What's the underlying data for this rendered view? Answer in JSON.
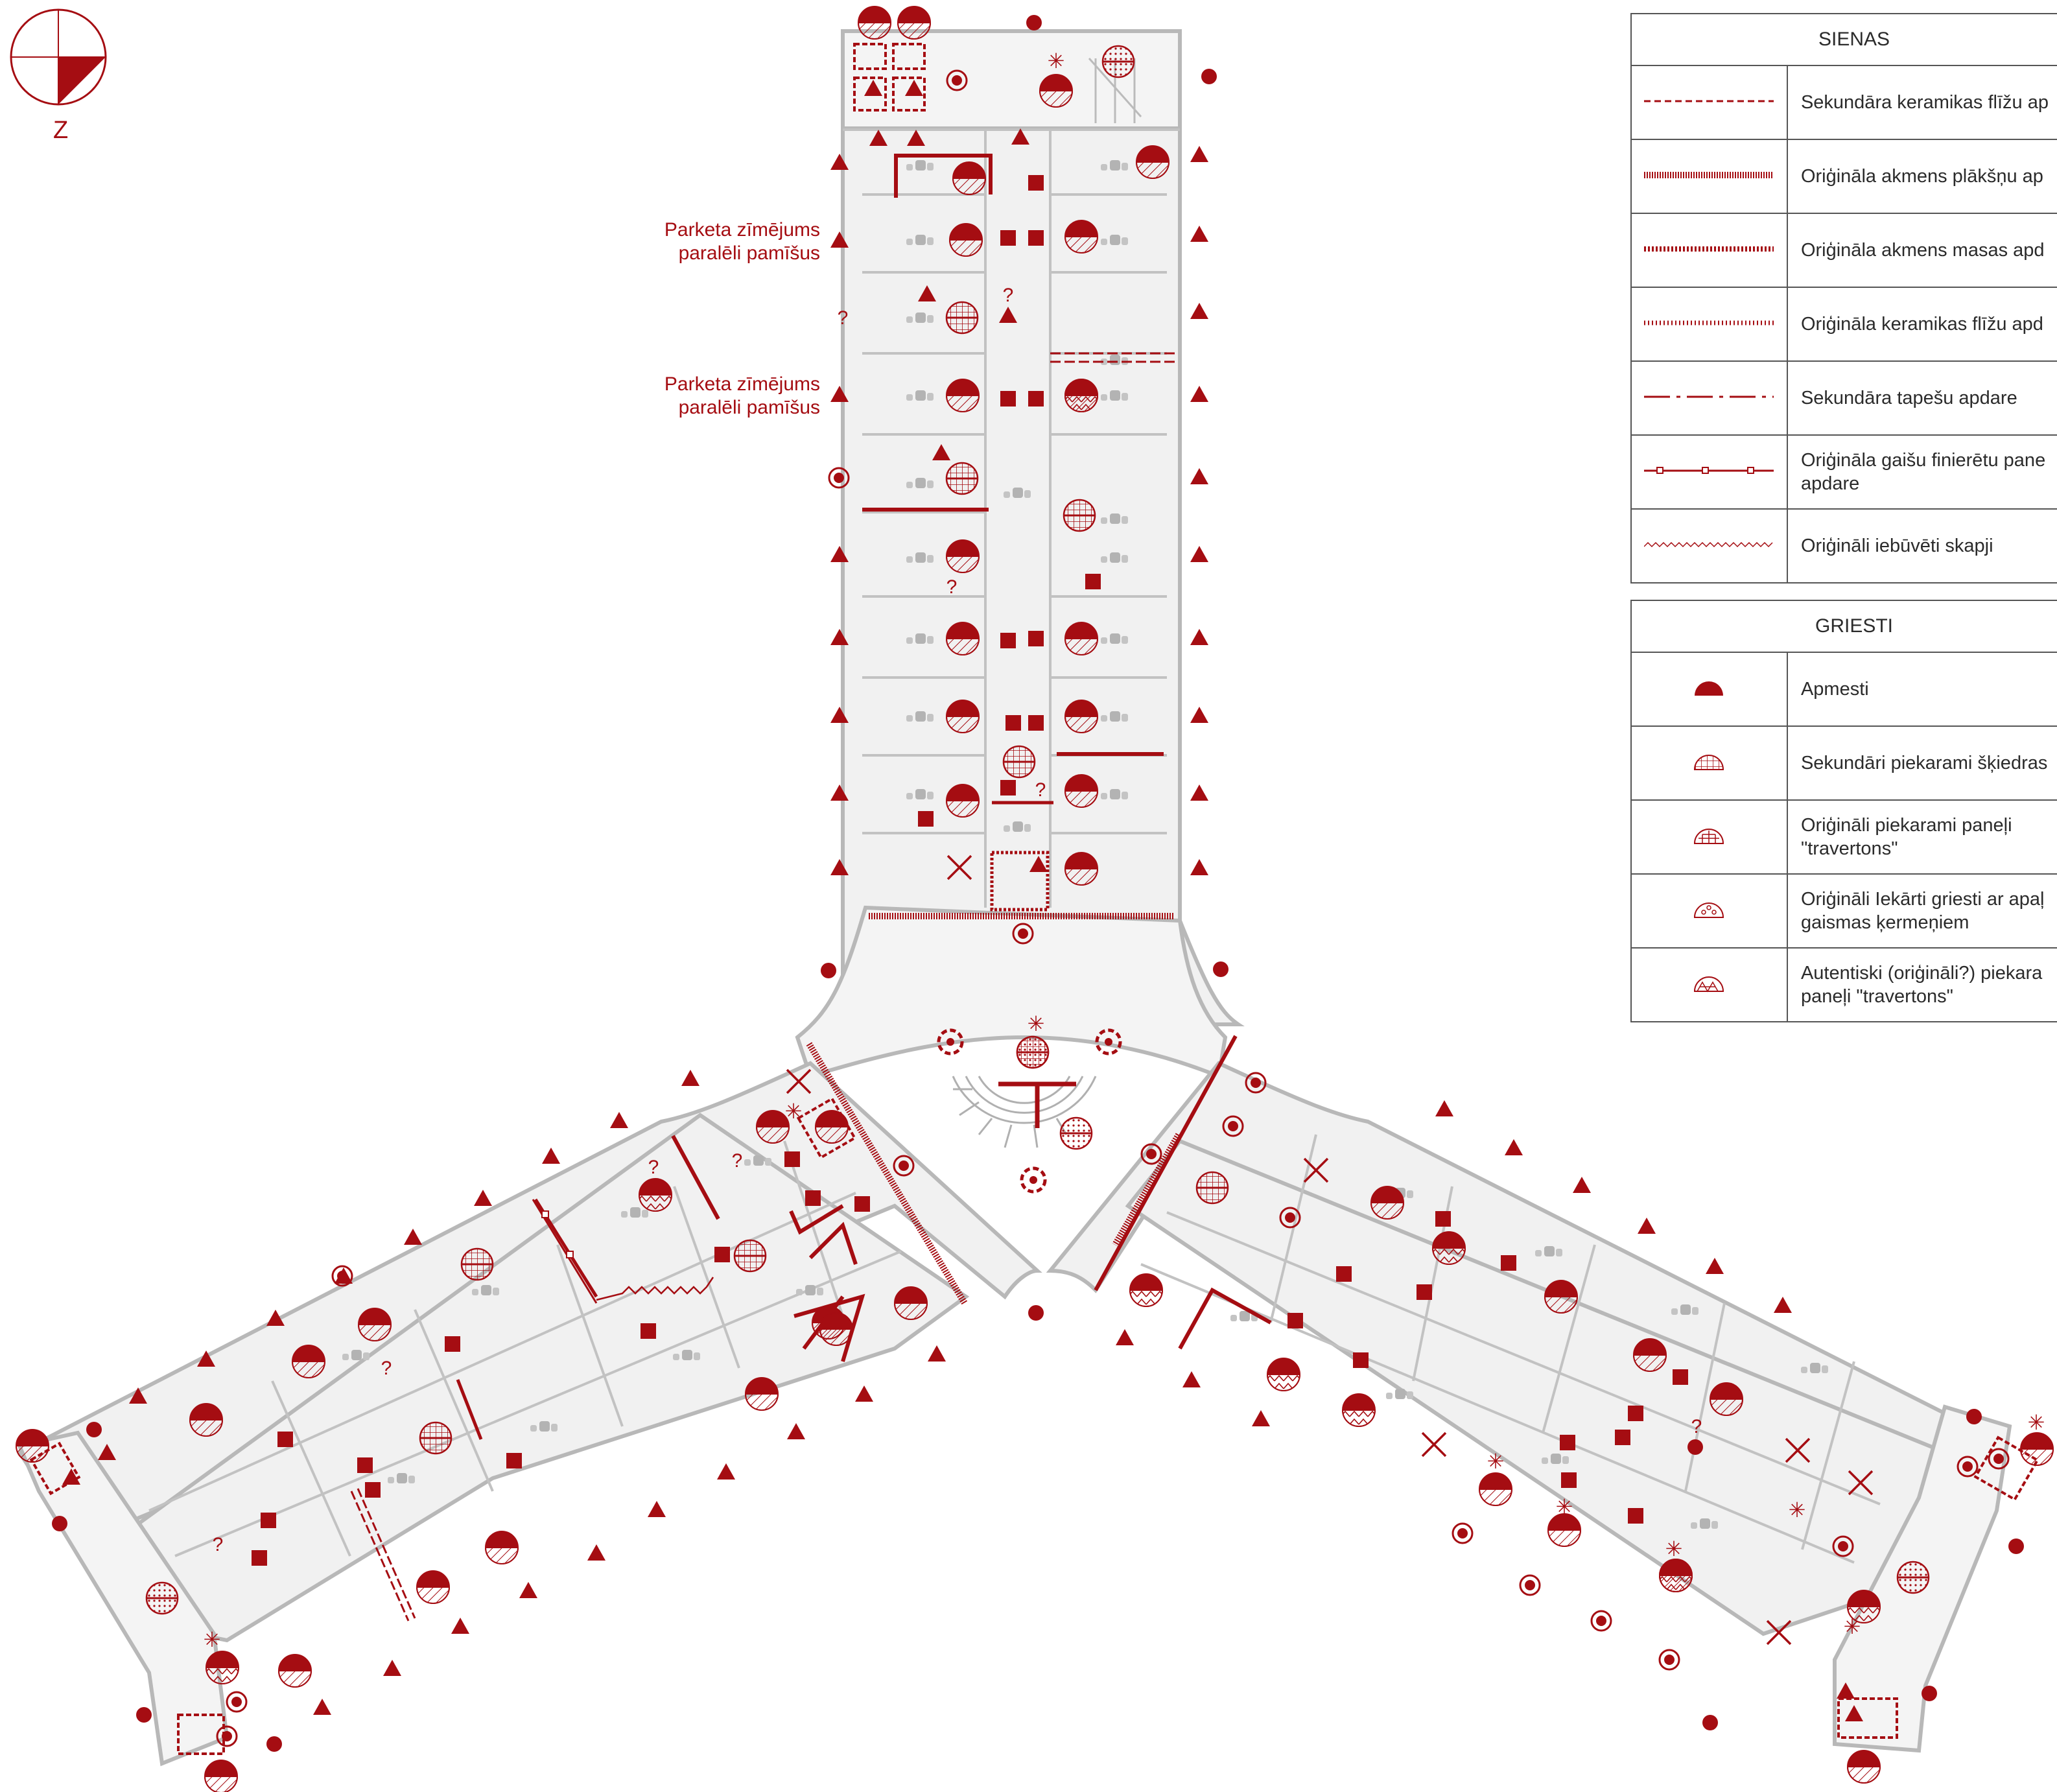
{
  "compass": {
    "label": "Z"
  },
  "annotations": [
    {
      "lines": [
        "Parketa zīmējums",
        "paralēli pamīšus"
      ]
    },
    {
      "lines": [
        "Parketa zīmējums",
        "paralēli pamīšus"
      ]
    }
  ],
  "legend_walls": {
    "title": "SIENAS",
    "items": [
      {
        "symbol": "dashed-line",
        "label": "Sekundāra keramikas flīžu ap"
      },
      {
        "symbol": "hatched-thick-line",
        "label": "Oriģināla akmens plākšņu ap"
      },
      {
        "symbol": "dotted-thick-line",
        "label": "Oriģināla akmens masas apd"
      },
      {
        "symbol": "fine-dotted-line",
        "label": "Oriģināla keramikas flīžu apd"
      },
      {
        "symbol": "dash-dot-line",
        "label": "Sekundāra tapešu apdare"
      },
      {
        "symbol": "line-with-squares",
        "label": "Oriģināla gaišu finierētu pane apdare"
      },
      {
        "symbol": "zigzag-line",
        "label": "Oriģināli iebūvēti skapji"
      }
    ]
  },
  "legend_ceilings": {
    "title": "GRIESTI",
    "items": [
      {
        "symbol": "solid-half-disc",
        "label": "Apmesti"
      },
      {
        "symbol": "grid-half-disc",
        "label": "Sekundāri piekarami šķiedras"
      },
      {
        "symbol": "travertine-half-disc",
        "label": "Oriģināli piekarami paneļi \"travertons\""
      },
      {
        "symbol": "dotted-half-disc",
        "label": "Oriģināli Iekārti griesti ar apaļ gaismas ķermeņiem"
      },
      {
        "symbol": "triangle-pattern-half-disc",
        "label": "Autentiski (oriģināli?) piekara paneļi \"travertons\""
      }
    ]
  },
  "plan": {
    "question_mark": "?",
    "asterisk": "✳",
    "cross": "✕",
    "colors": {
      "accent": "#a50d12",
      "wall": "#bdbdbd",
      "wall_fill": "#efefef",
      "furniture": "#b3b3b3"
    }
  }
}
